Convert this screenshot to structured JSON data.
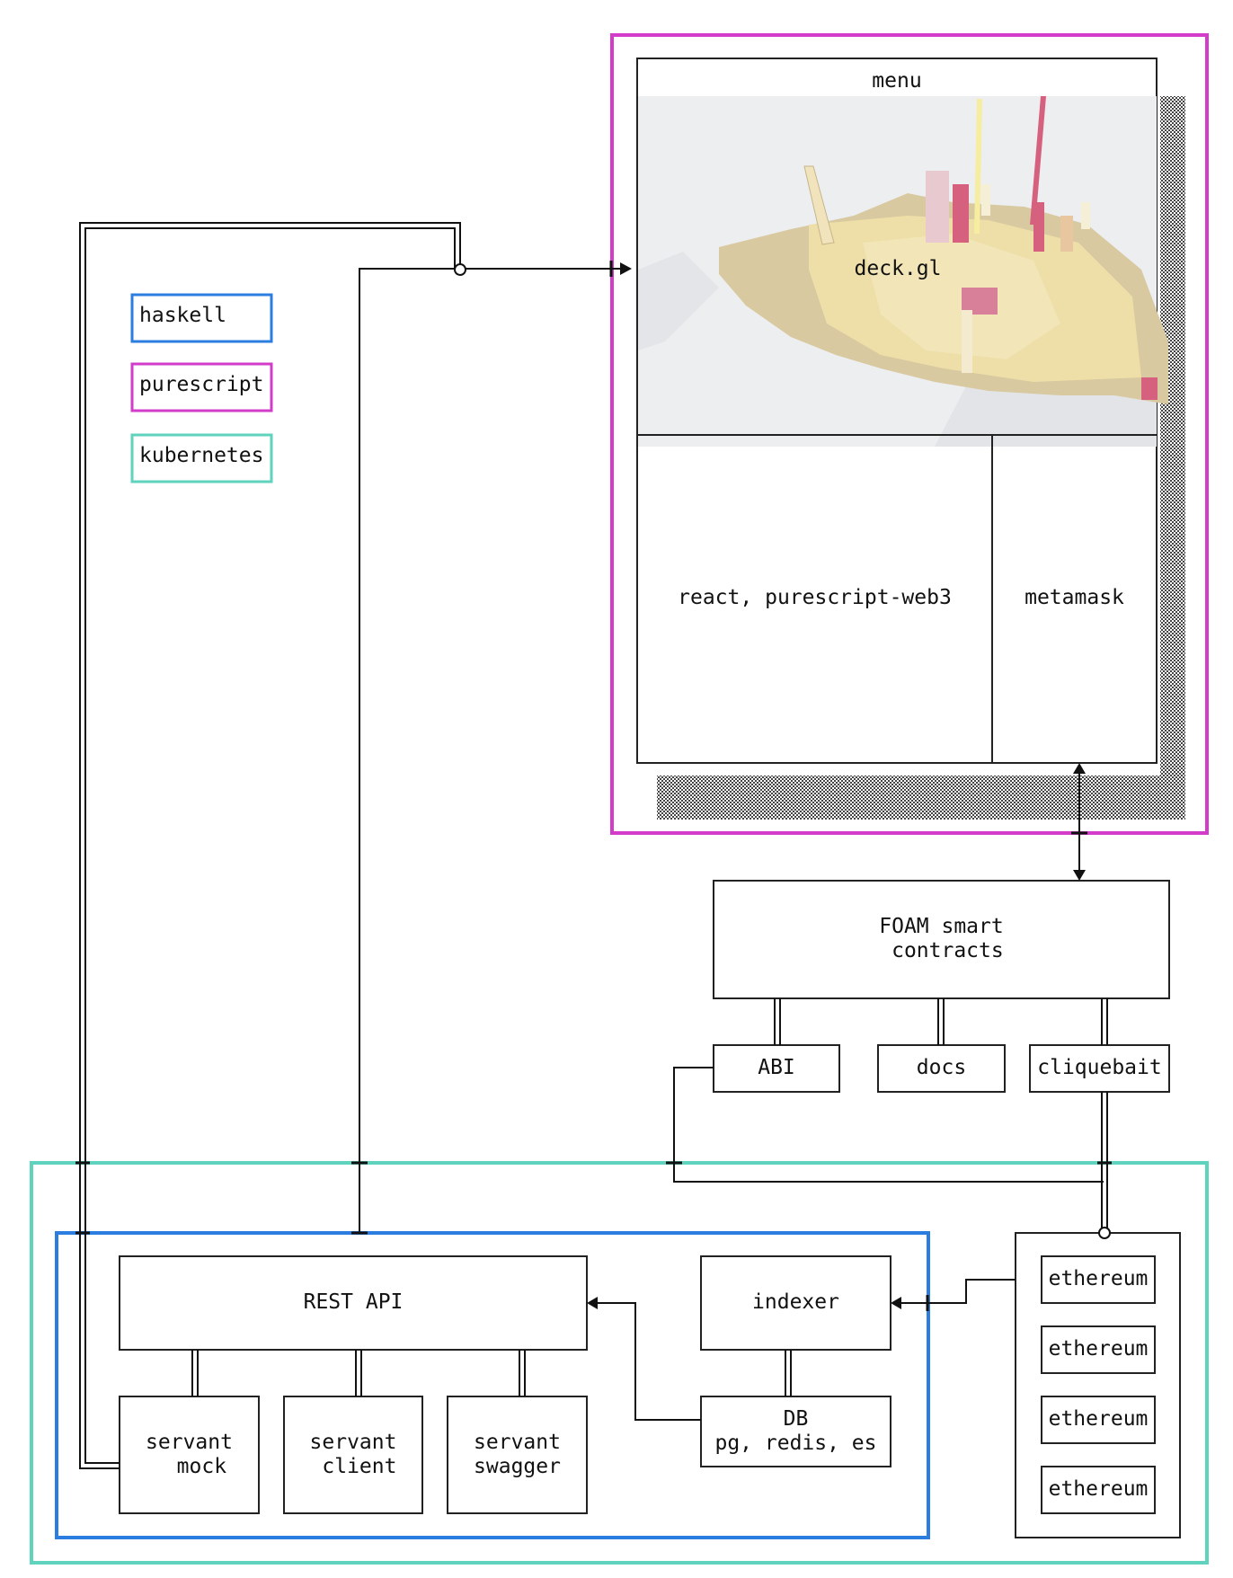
{
  "colors": {
    "haskell": "#2b7de0",
    "purescript": "#d23cc9",
    "kubernetes": "#5fd3bd",
    "line": "#111111",
    "box_border": "#222222"
  },
  "legend": {
    "haskell": "haskell",
    "purescript": "purescript",
    "kubernetes": "kubernetes"
  },
  "frontend": {
    "menu": "menu",
    "map": "deck.gl",
    "app": "react, purescript-web3",
    "wallet": "metamask"
  },
  "contracts": {
    "title": "FOAM smart\n contracts",
    "abi": "ABI",
    "docs": "docs",
    "cliquebait": "cliquebait"
  },
  "backend": {
    "rest_api": "REST API",
    "indexer": "indexer",
    "db": "DB\npg, redis, es",
    "servant_mock": "servant\n  mock",
    "servant_client": "servant\n client",
    "servant_swagger": "servant\nswagger"
  },
  "nodes": [
    "ethereum",
    "ethereum",
    "ethereum",
    "ethereum"
  ]
}
